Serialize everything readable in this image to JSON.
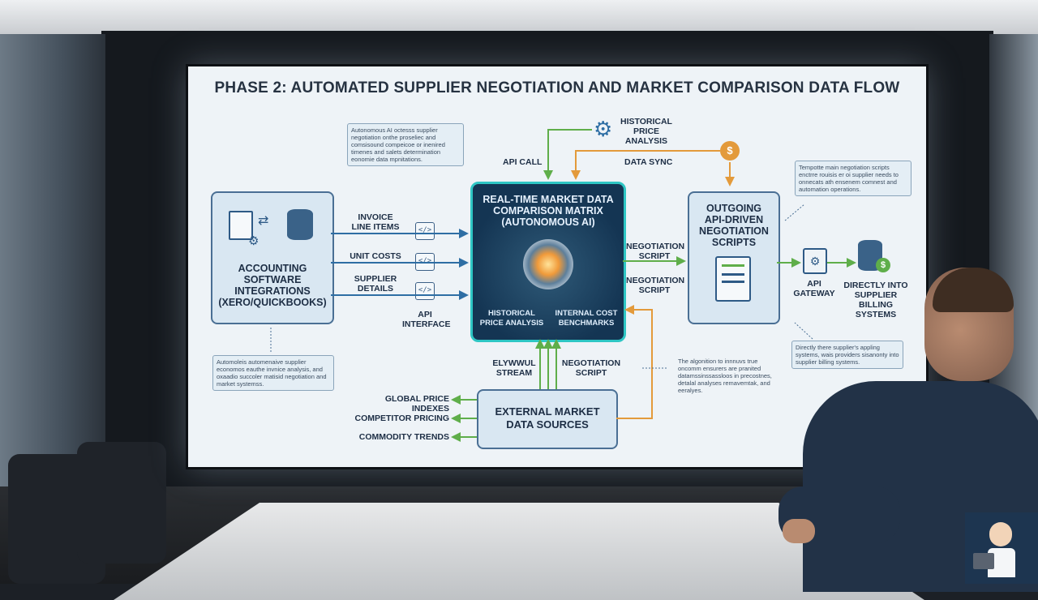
{
  "screen": {
    "title": "PHASE 2: AUTOMATED SUPPLIER NEGOTIATION AND MARKET COMPARISON DATA FLOW",
    "accounting": {
      "title": [
        "ACCOUNTING",
        "SOFTWARE",
        "INTEGRATIONS",
        "(XERO/QUICKBOOKS)"
      ]
    },
    "flows_left": {
      "invoice": [
        "INVOICE",
        "LINE ITEMS"
      ],
      "unit_costs": "UNIT COSTS",
      "supplier": [
        "SUPPLIER",
        "DETAILS"
      ],
      "api_interface": [
        "API",
        "INTERFACE"
      ]
    },
    "matrix": {
      "title": [
        "REAL-TIME MARKET DATA",
        "COMPARISON MATRIX",
        "(AUTONOMOUS AI)"
      ],
      "left_sub": [
        "HISTORICAL",
        "PRICE ANALYSIS"
      ],
      "right_sub": [
        "INTERNAL COST",
        "BENCHMARKS"
      ]
    },
    "top": {
      "api_call": "API CALL",
      "historical": [
        "HISTORICAL",
        "PRICE",
        "ANALYSIS"
      ],
      "data_sync": "DATA SYNC"
    },
    "negotiation_labels": {
      "a": [
        "NEGOTIATION",
        "SCRIPT"
      ],
      "b": [
        "NEGOTIATION",
        "SCRIPT"
      ]
    },
    "outgoing": {
      "title": [
        "OUTGOING",
        "API-DRIVEN",
        "NEGOTIATION",
        "SCRIPTS"
      ]
    },
    "gateway": [
      "API",
      "GATEWAY"
    ],
    "billing": [
      "DIRECTLY INTO",
      "SUPPLIER",
      "BILLING",
      "SYSTEMS"
    ],
    "external": {
      "title": [
        "EXTERNAL MARKET",
        "DATA SOURCES"
      ]
    },
    "bottom_labels": {
      "stream": [
        "ELYWWUL",
        "STREAM"
      ],
      "negotiation": [
        "NEGOTIATION",
        "SCRIPT"
      ]
    },
    "sources": [
      "GLOBAL PRICE INDEXES",
      "COMPETITOR PRICING",
      "COMMODITY TRENDS"
    ],
    "notes": {
      "top_center": "Autonomous AI octesss supplier negotiation onthe proseliec and comsisound compeicoe or inenired timenes and salets determination eonomie data mpnitations.",
      "top_right": "Tempotte main negotiation scripts enctrre rouisis er oi supplier needs to onnecats ath ensenem comnest and automation operations.",
      "bottom_left": "Automoleis automenaive supplier economos eauthe invnice analysis, and oxaadio succoler matisid negotiation and market systemss.",
      "bottom_center": "The algonition to innnuvs true oncomm ensurers are pranited datamssinssassloos in precostnes, detalal analyses remavemtak, and eeralyes.",
      "bottom_right": "Directly there supplier's appling systems, wais providers sisanonty into supplier billing systems."
    },
    "colors": {
      "green": "#5fae4a",
      "orange": "#e39a3b",
      "blue": "#2e6ea4",
      "teal": "#2ec6c4"
    }
  }
}
